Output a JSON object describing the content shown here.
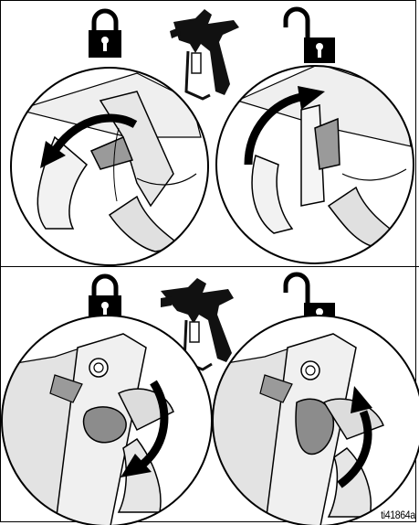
{
  "figure": {
    "id_label": "ti41864a",
    "panels": [
      {
        "name": "trigger-lock-top",
        "states": [
          "locked",
          "unlocked"
        ],
        "icons": [
          "lock-closed-icon",
          "lock-open-icon"
        ],
        "gun_icon": "spray-gun-icon"
      },
      {
        "name": "trigger-lock-bottom",
        "states": [
          "locked",
          "unlocked"
        ],
        "icons": [
          "lock-closed-icon",
          "lock-open-icon"
        ],
        "gun_icon": "spray-gun-icon"
      }
    ],
    "colors": {
      "line": "#000000",
      "shade": "#d9d9d9",
      "light": "#efefef",
      "part": "#9a9a9a"
    }
  }
}
